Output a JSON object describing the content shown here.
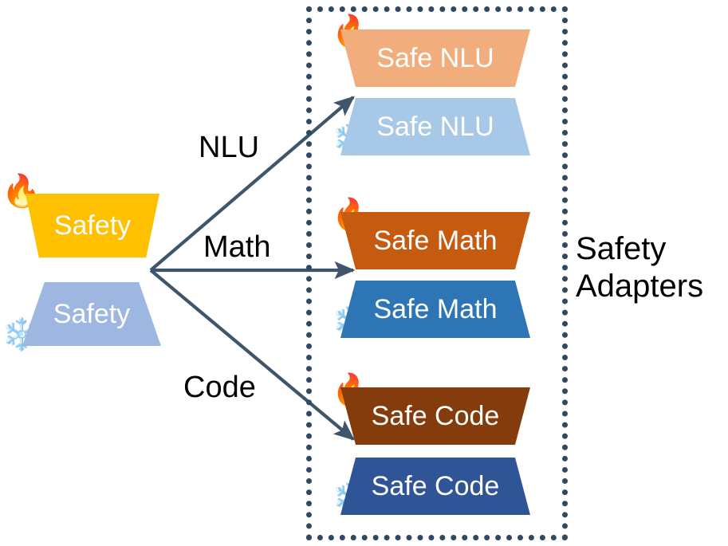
{
  "diagram": {
    "title": "Safety Adapters",
    "background": "#ffffff",
    "arrow_color": "#3E556B",
    "group_box": {
      "label": "safety-adapters-group",
      "border_color": "#2F4963",
      "border_style": "dotted",
      "caption_line1": "Safety",
      "caption_line2": "Adapters"
    },
    "source_blocks": [
      {
        "id": "safety-trainable",
        "label": "Safety",
        "badge": "🔥",
        "badge_name": "fire-emoji",
        "color": "#FFC000",
        "text_color": "#FFFFFF",
        "orientation": "wide-top"
      },
      {
        "id": "safety-frozen",
        "label": "Safety",
        "badge": "❄️",
        "badge_name": "snowflake-emoji",
        "color": "#9DB7E0",
        "text_color": "#FFFFFF",
        "orientation": "wide-bottom"
      }
    ],
    "arrows": [
      {
        "id": "arrow-nlu",
        "label": "NLU",
        "direction": "up-right"
      },
      {
        "id": "arrow-math",
        "label": "Math",
        "direction": "right"
      },
      {
        "id": "arrow-code",
        "label": "Code",
        "direction": "down-right"
      }
    ],
    "adapters": [
      {
        "id": "safe-nlu-trainable",
        "label": "Safe NLU",
        "badge": "🔥",
        "badge_name": "fire-emoji",
        "color": "#F2AD7C",
        "text_color": "#FFFFFF",
        "orientation": "wide-top"
      },
      {
        "id": "safe-nlu-frozen",
        "label": "Safe NLU",
        "badge": "❄️",
        "badge_name": "snowflake-emoji",
        "color": "#A8C8E8",
        "text_color": "#FFFFFF",
        "orientation": "wide-bottom"
      },
      {
        "id": "safe-math-trainable",
        "label": "Safe Math",
        "badge": "🔥",
        "badge_name": "fire-emoji",
        "color": "#C55A11",
        "text_color": "#FFFFFF",
        "orientation": "wide-top"
      },
      {
        "id": "safe-math-frozen",
        "label": "Safe Math",
        "badge": "❄️",
        "badge_name": "snowflake-emoji",
        "color": "#2E75B6",
        "text_color": "#FFFFFF",
        "orientation": "wide-bottom"
      },
      {
        "id": "safe-code-trainable",
        "label": "Safe Code",
        "badge": "🔥",
        "badge_name": "fire-emoji",
        "color": "#843C0C",
        "text_color": "#FFFFFF",
        "orientation": "wide-top"
      },
      {
        "id": "safe-code-frozen",
        "label": "Safe Code",
        "badge": "❄️",
        "badge_name": "snowflake-emoji",
        "color": "#2F5597",
        "text_color": "#FFFFFF",
        "orientation": "wide-bottom"
      }
    ]
  }
}
